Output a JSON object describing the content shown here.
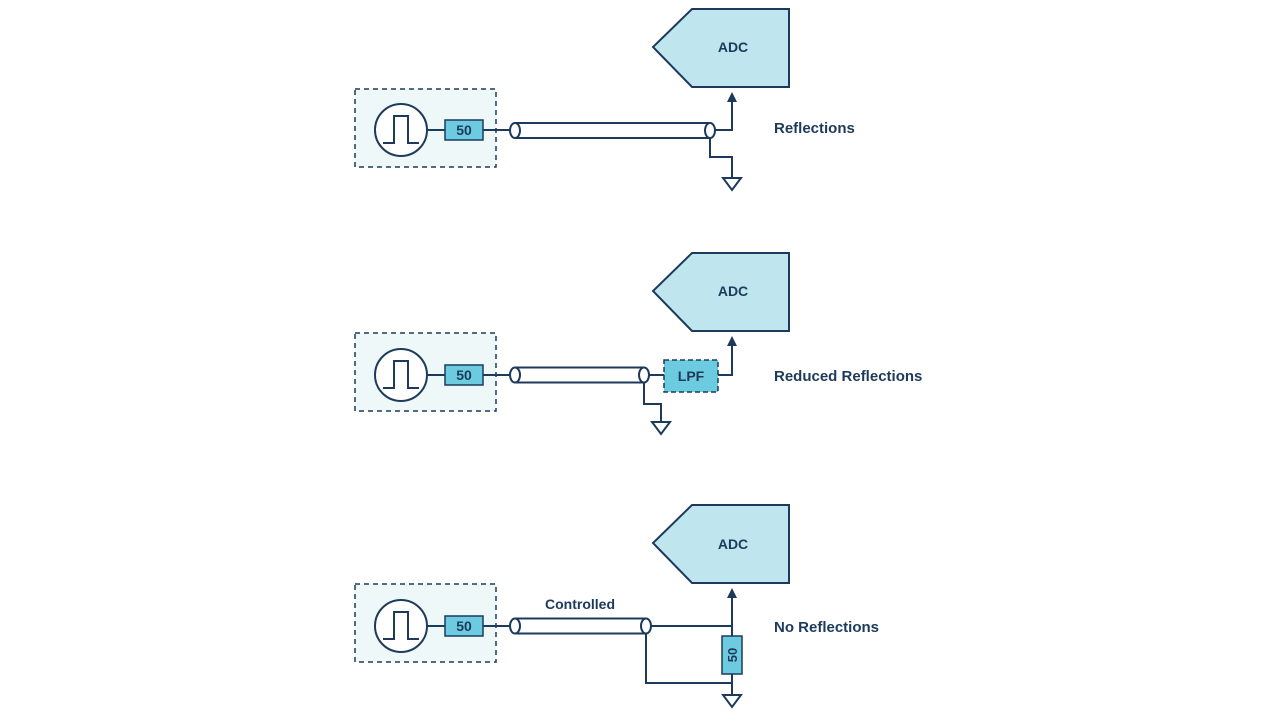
{
  "colors": {
    "line": "#1d3a5c",
    "adc_fill": "#bfe6ee",
    "resistor_fill": "#6dcbe0",
    "source_fill": "#eef8f9",
    "background": "#ffffff"
  },
  "scenarios": [
    {
      "adc_label": "ADC",
      "source_resistor_label": "50",
      "result_label": "Reflections",
      "filter_label": "",
      "cable_label": "",
      "termination_label": ""
    },
    {
      "adc_label": "ADC",
      "source_resistor_label": "50",
      "result_label": "Reduced Reflections",
      "filter_label": "LPF",
      "cable_label": "",
      "termination_label": ""
    },
    {
      "adc_label": "ADC",
      "source_resistor_label": "50",
      "result_label": "No Reflections",
      "filter_label": "",
      "cable_label": "Controlled",
      "termination_label": "50"
    }
  ]
}
